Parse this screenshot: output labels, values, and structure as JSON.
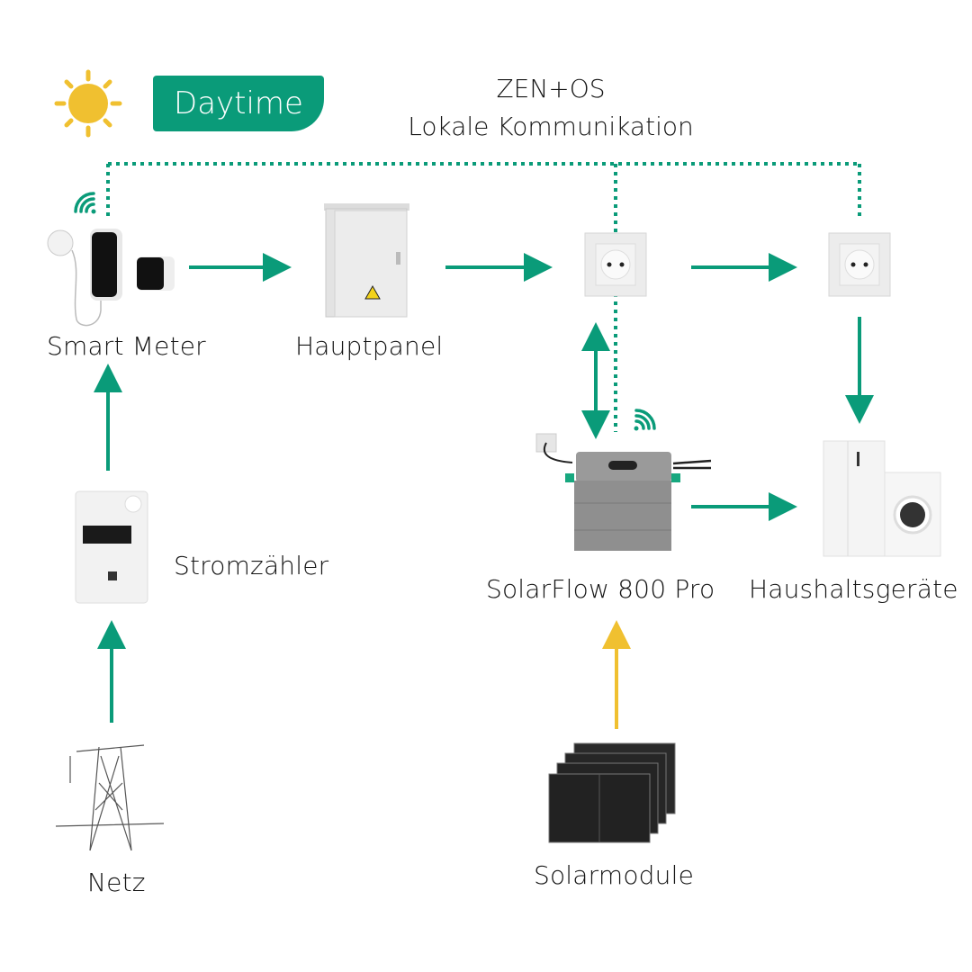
{
  "header": {
    "mode_badge": "Daytime",
    "mode_icon": "sun-icon",
    "title_line1": "ZEN+OS",
    "title_line2": "Lokale Kommunikation"
  },
  "colors": {
    "accent_green": "#0a9b79",
    "solar_yellow": "#f0c030",
    "text": "#151515"
  },
  "nodes": {
    "smart_meter": {
      "label": "Smart Meter",
      "icon": "smart-meter-icon",
      "wifi": true
    },
    "hauptpanel": {
      "label": "Hauptpanel",
      "icon": "electrical-panel-icon"
    },
    "socket_1": {
      "label": "",
      "icon": "wall-socket-icon"
    },
    "socket_2": {
      "label": "",
      "icon": "wall-socket-icon"
    },
    "stromzaehler": {
      "label": "Stromzähler",
      "icon": "electricity-meter-icon"
    },
    "solarflow": {
      "label": "SolarFlow 800 Pro",
      "icon": "battery-inverter-icon",
      "wifi": true
    },
    "haushaltsgeraete": {
      "label": "Haushaltsgeräte",
      "icon": "household-appliances-icon"
    },
    "netz": {
      "label": "Netz",
      "icon": "power-pylon-icon"
    },
    "solarmodule": {
      "label": "Solarmodule",
      "icon": "solar-panels-icon"
    }
  },
  "flows": [
    {
      "from": "netz",
      "to": "stromzaehler",
      "type": "power"
    },
    {
      "from": "stromzaehler",
      "to": "smart_meter",
      "type": "power"
    },
    {
      "from": "smart_meter",
      "to": "hauptpanel",
      "type": "power"
    },
    {
      "from": "hauptpanel",
      "to": "socket_1",
      "type": "power"
    },
    {
      "from": "socket_1",
      "to": "socket_2",
      "type": "power"
    },
    {
      "from": "socket_2",
      "to": "haushaltsgeraete",
      "type": "power"
    },
    {
      "from": "socket_1",
      "to": "solarflow",
      "type": "bidirectional-power"
    },
    {
      "from": "solarflow",
      "to": "haushaltsgeraete",
      "type": "power"
    },
    {
      "from": "solarmodule",
      "to": "solarflow",
      "type": "solar"
    },
    {
      "from": "smart_meter",
      "to": "solarflow",
      "type": "local-communication"
    },
    {
      "from": "socket_2",
      "to": "solarflow",
      "type": "local-communication"
    }
  ]
}
